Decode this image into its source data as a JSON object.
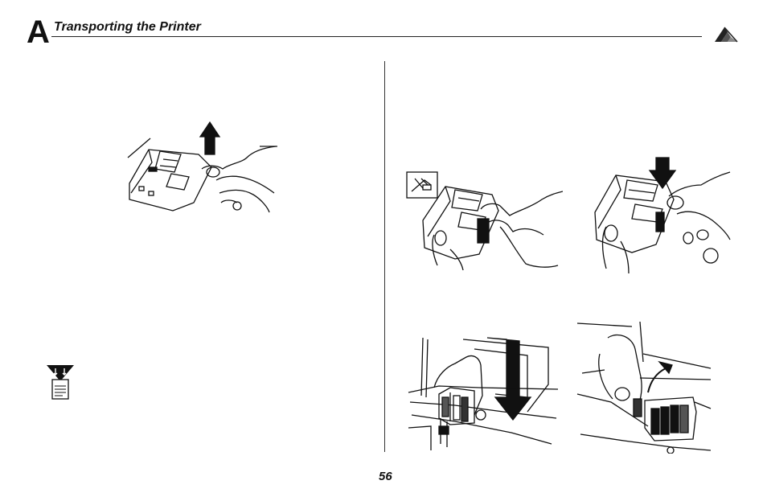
{
  "header": {
    "section_letter": "A",
    "title": "Transporting the Printer"
  },
  "footer": {
    "page_number": "56"
  },
  "illustrations": [
    {
      "name": "remove-cartridge-illustration",
      "icon": "hand-lifting-cartridge"
    },
    {
      "name": "remove-tape-illustration",
      "icon": "hand-removing-tape"
    },
    {
      "name": "press-cartridge-illustration",
      "icon": "hand-pressing-cartridge"
    },
    {
      "name": "insert-holder-illustration",
      "icon": "hand-inserting-holder"
    },
    {
      "name": "lift-lever-illustration",
      "icon": "hand-lifting-lever"
    }
  ],
  "colors": {
    "ink": "#111111",
    "background": "#ffffff"
  }
}
